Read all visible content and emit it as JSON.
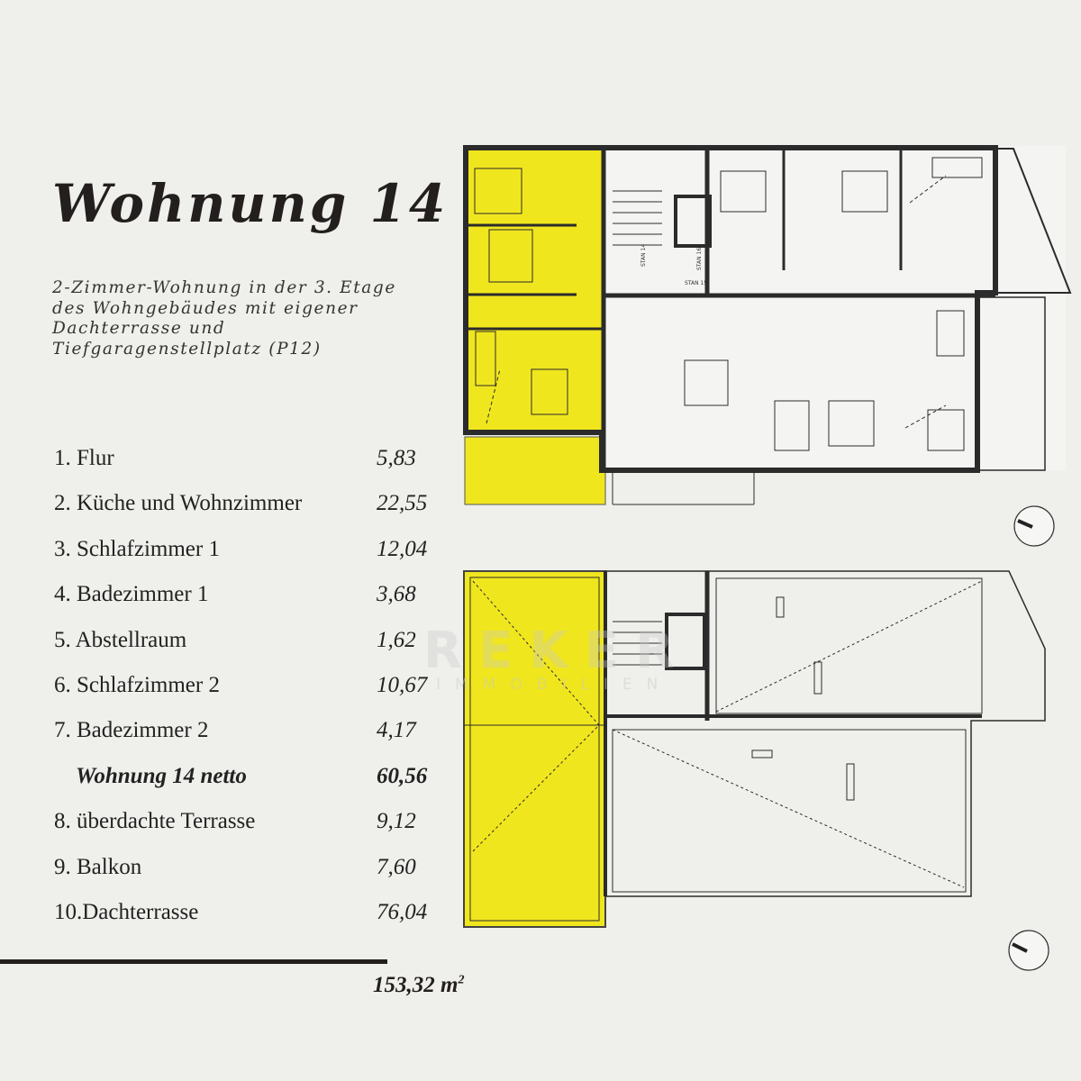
{
  "title": "Wohnung 14",
  "description": "2-Zimmer-Wohnung in der 3. Etage des Wohngebäudes mit eigener Dachterrasse und Tiefgaragenstellplatz (P12)",
  "rooms": [
    {
      "label": "1. Flur",
      "area": "5,83"
    },
    {
      "label": "2. Küche und Wohnzimmer",
      "area": "22,55"
    },
    {
      "label": "3. Schlafzimmer 1",
      "area": "12,04"
    },
    {
      "label": "4. Badezimmer 1",
      "area": "3,68"
    },
    {
      "label": "5. Abstellraum",
      "area": "1,62"
    },
    {
      "label": "6. Schlafzimmer 2",
      "area": "10,67"
    },
    {
      "label": "7. Badezimmer 2",
      "area": "4,17"
    },
    {
      "label": "Wohnung 14 netto",
      "area": "60,56"
    },
    {
      "label": "8. überdachte Terrasse",
      "area": "9,12"
    },
    {
      "label": "9. Balkon",
      "area": "7,60"
    },
    {
      "label": "10.Dachterrasse",
      "area": "76,04"
    }
  ],
  "total": {
    "value": "153,32 m",
    "unit_sup": "2"
  },
  "plan_labels": {
    "stan14": "STAN 14",
    "stan15": "STAN 15",
    "stan16": "STAN 16"
  },
  "watermark": {
    "brand": "REKER",
    "sub": "IMMOBILIEN"
  },
  "colors": {
    "background": "#efefeb",
    "highlight": "#f0e61e",
    "wall": "#2b2b2b",
    "text": "#231f1e"
  }
}
